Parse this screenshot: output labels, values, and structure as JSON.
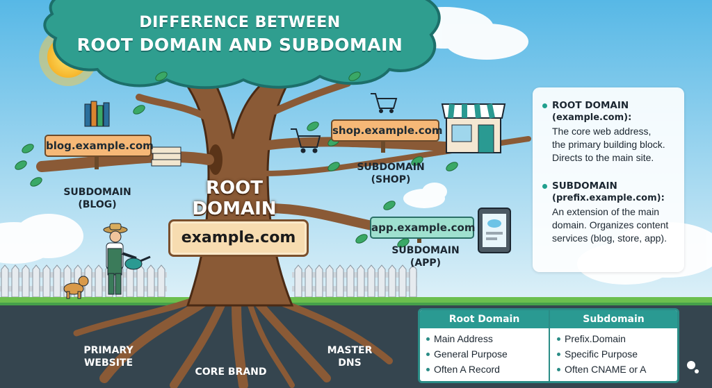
{
  "title": {
    "line1": "DIFFERENCE BETWEEN",
    "line2": "ROOT DOMAIN AND SUBDOMAIN"
  },
  "tree": {
    "root_label": [
      "ROOT",
      "DOMAIN"
    ],
    "root_domain": "example.com"
  },
  "signs": {
    "blog": "blog.example.com",
    "shop": "shop.example.com",
    "app": "app.example.com"
  },
  "captions": {
    "blog": [
      "SUBDOMAIN",
      "(BLOG)"
    ],
    "shop": [
      "SUBDOMAIN",
      "(SHOP)"
    ],
    "app": [
      "SUBDOMAIN",
      "(APP)"
    ]
  },
  "ground_labels": {
    "primary": [
      "PRIMARY",
      "WEBSITE"
    ],
    "core": "CORE BRAND",
    "master": [
      "MASTER",
      "DNS"
    ]
  },
  "info": {
    "root": {
      "heading": "ROOT DOMAIN",
      "sub": "(example.com):",
      "desc": [
        "The core web address,",
        "the primary building block.",
        "Directs to the main site."
      ]
    },
    "sub": {
      "heading": "SUBDOMAIN",
      "sub": "(prefix.example.com):",
      "desc": [
        "An extension of the main",
        "domain. Organizes content",
        "services (blog, store, app)."
      ]
    }
  },
  "comparison": {
    "headers": [
      "Root Domain",
      "Subdomain"
    ],
    "root_items": [
      "Main Address",
      "General Purpose",
      "Often A Record"
    ],
    "sub_items": [
      "Prefix.Domain",
      "Specific Purpose",
      "Often CNAME or A Record"
    ]
  },
  "colors": {
    "sky": "#cfeaf6",
    "canopy": "#2f9e8f",
    "trunk": "#8a5a36",
    "ground": "#35454f",
    "accent": "#2a9a92",
    "sign_orange": "#f6b877",
    "sign_green": "#9fe0cf"
  }
}
